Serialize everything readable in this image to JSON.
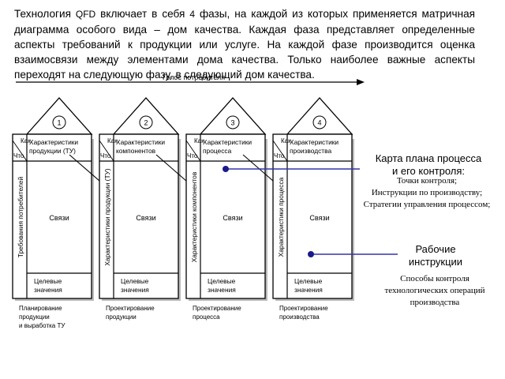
{
  "intro": {
    "p1": "Технология ",
    "qfd": "QFD",
    "p2": " включает в себя ",
    "four": "4",
    "p3": " фазы, на каждой из которых применяется матричная диаграмма особого вида – дом качества. Каждая фаза представляет определенные аспекты требований к продукции или услуге. На каждой фазе производится оценка взаимосвязи между элементами дома качества. Только наиболее важные аспекты переходят на следующую фазу, в следующий дом качества."
  },
  "voice_label": "Голос потребителя",
  "houses": [
    {
      "number": "1",
      "how": "Как",
      "what": "Что",
      "header": [
        "Характеристики",
        "продукции (ТУ)"
      ],
      "left": "Требования потребителей",
      "center": "Связи",
      "bottom": [
        "Целевые",
        "значения"
      ],
      "phase": [
        "Планирование",
        "продукции",
        "и выработка ТУ"
      ]
    },
    {
      "number": "2",
      "how": "Как",
      "what": "Что",
      "header": [
        "Характеристики",
        "компонентов"
      ],
      "left": "Характеристики продукции (ТУ)",
      "center": "Связи",
      "bottom": [
        "Целевые",
        "значения"
      ],
      "phase": [
        "Проектирование",
        "продукции"
      ]
    },
    {
      "number": "3",
      "how": "Как",
      "what": "Что",
      "header": [
        "Характеристики",
        "процесса"
      ],
      "left": "Характеристики компонентов",
      "center": "Связи",
      "bottom": [
        "Целевые",
        "значения"
      ],
      "phase": [
        "Проектирование",
        "процесса"
      ]
    },
    {
      "number": "4",
      "how": "Как",
      "what": "Что",
      "header": [
        "Характеристики",
        "производства"
      ],
      "left": "Характеристики процесса",
      "center": "Связи",
      "bottom": [
        "Целевые",
        "значения"
      ],
      "phase": [
        "Проектирование",
        "производства"
      ]
    }
  ],
  "callout1": {
    "title": [
      "Карта плана процесса",
      "и его контроля:"
    ],
    "lines": [
      "Точки контроля;",
      "Инструкции по производству;",
      "Стратегии управления процессом;"
    ]
  },
  "callout2": {
    "title": [
      "Рабочие",
      "инструкции"
    ],
    "lines": [
      "Способы контроля",
      "технологических операций",
      "производства"
    ]
  },
  "colors": {
    "marker": "#1a1a8c",
    "line": "#3333aa",
    "shadow": "#bbbbbb"
  }
}
